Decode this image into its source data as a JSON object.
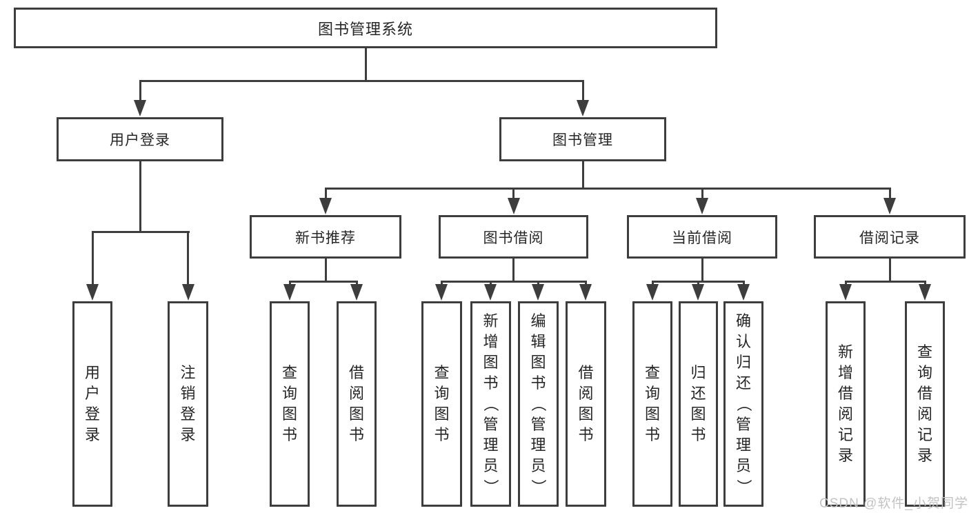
{
  "diagram": {
    "title": "图书管理系统",
    "children": [
      {
        "label": "用户登录",
        "children": [
          {
            "label": "用户登录"
          },
          {
            "label": "注销登录"
          }
        ]
      },
      {
        "label": "图书管理",
        "children": [
          {
            "label": "新书推荐",
            "children": [
              {
                "label": "查询图书"
              },
              {
                "label": "借阅图书"
              }
            ]
          },
          {
            "label": "图书借阅",
            "children": [
              {
                "label": "查询图书"
              },
              {
                "label": "新增图书（管理员）"
              },
              {
                "label": "编辑图书（管理员）"
              },
              {
                "label": "借阅图书"
              }
            ]
          },
          {
            "label": "当前借阅",
            "children": [
              {
                "label": "查询图书"
              },
              {
                "label": "归还图书"
              },
              {
                "label": "确认归还（管理员）"
              }
            ]
          },
          {
            "label": "借阅记录",
            "children": [
              {
                "label": "新增借阅记录"
              },
              {
                "label": "查询借阅记录"
              }
            ]
          }
        ]
      }
    ]
  },
  "watermark": {
    "text": "CSDN @软件_小贺同学"
  },
  "colors": {
    "line": "#3d3d3d",
    "text": "#262626",
    "watermark": "#c3c3c3",
    "background": "#ffffff"
  }
}
